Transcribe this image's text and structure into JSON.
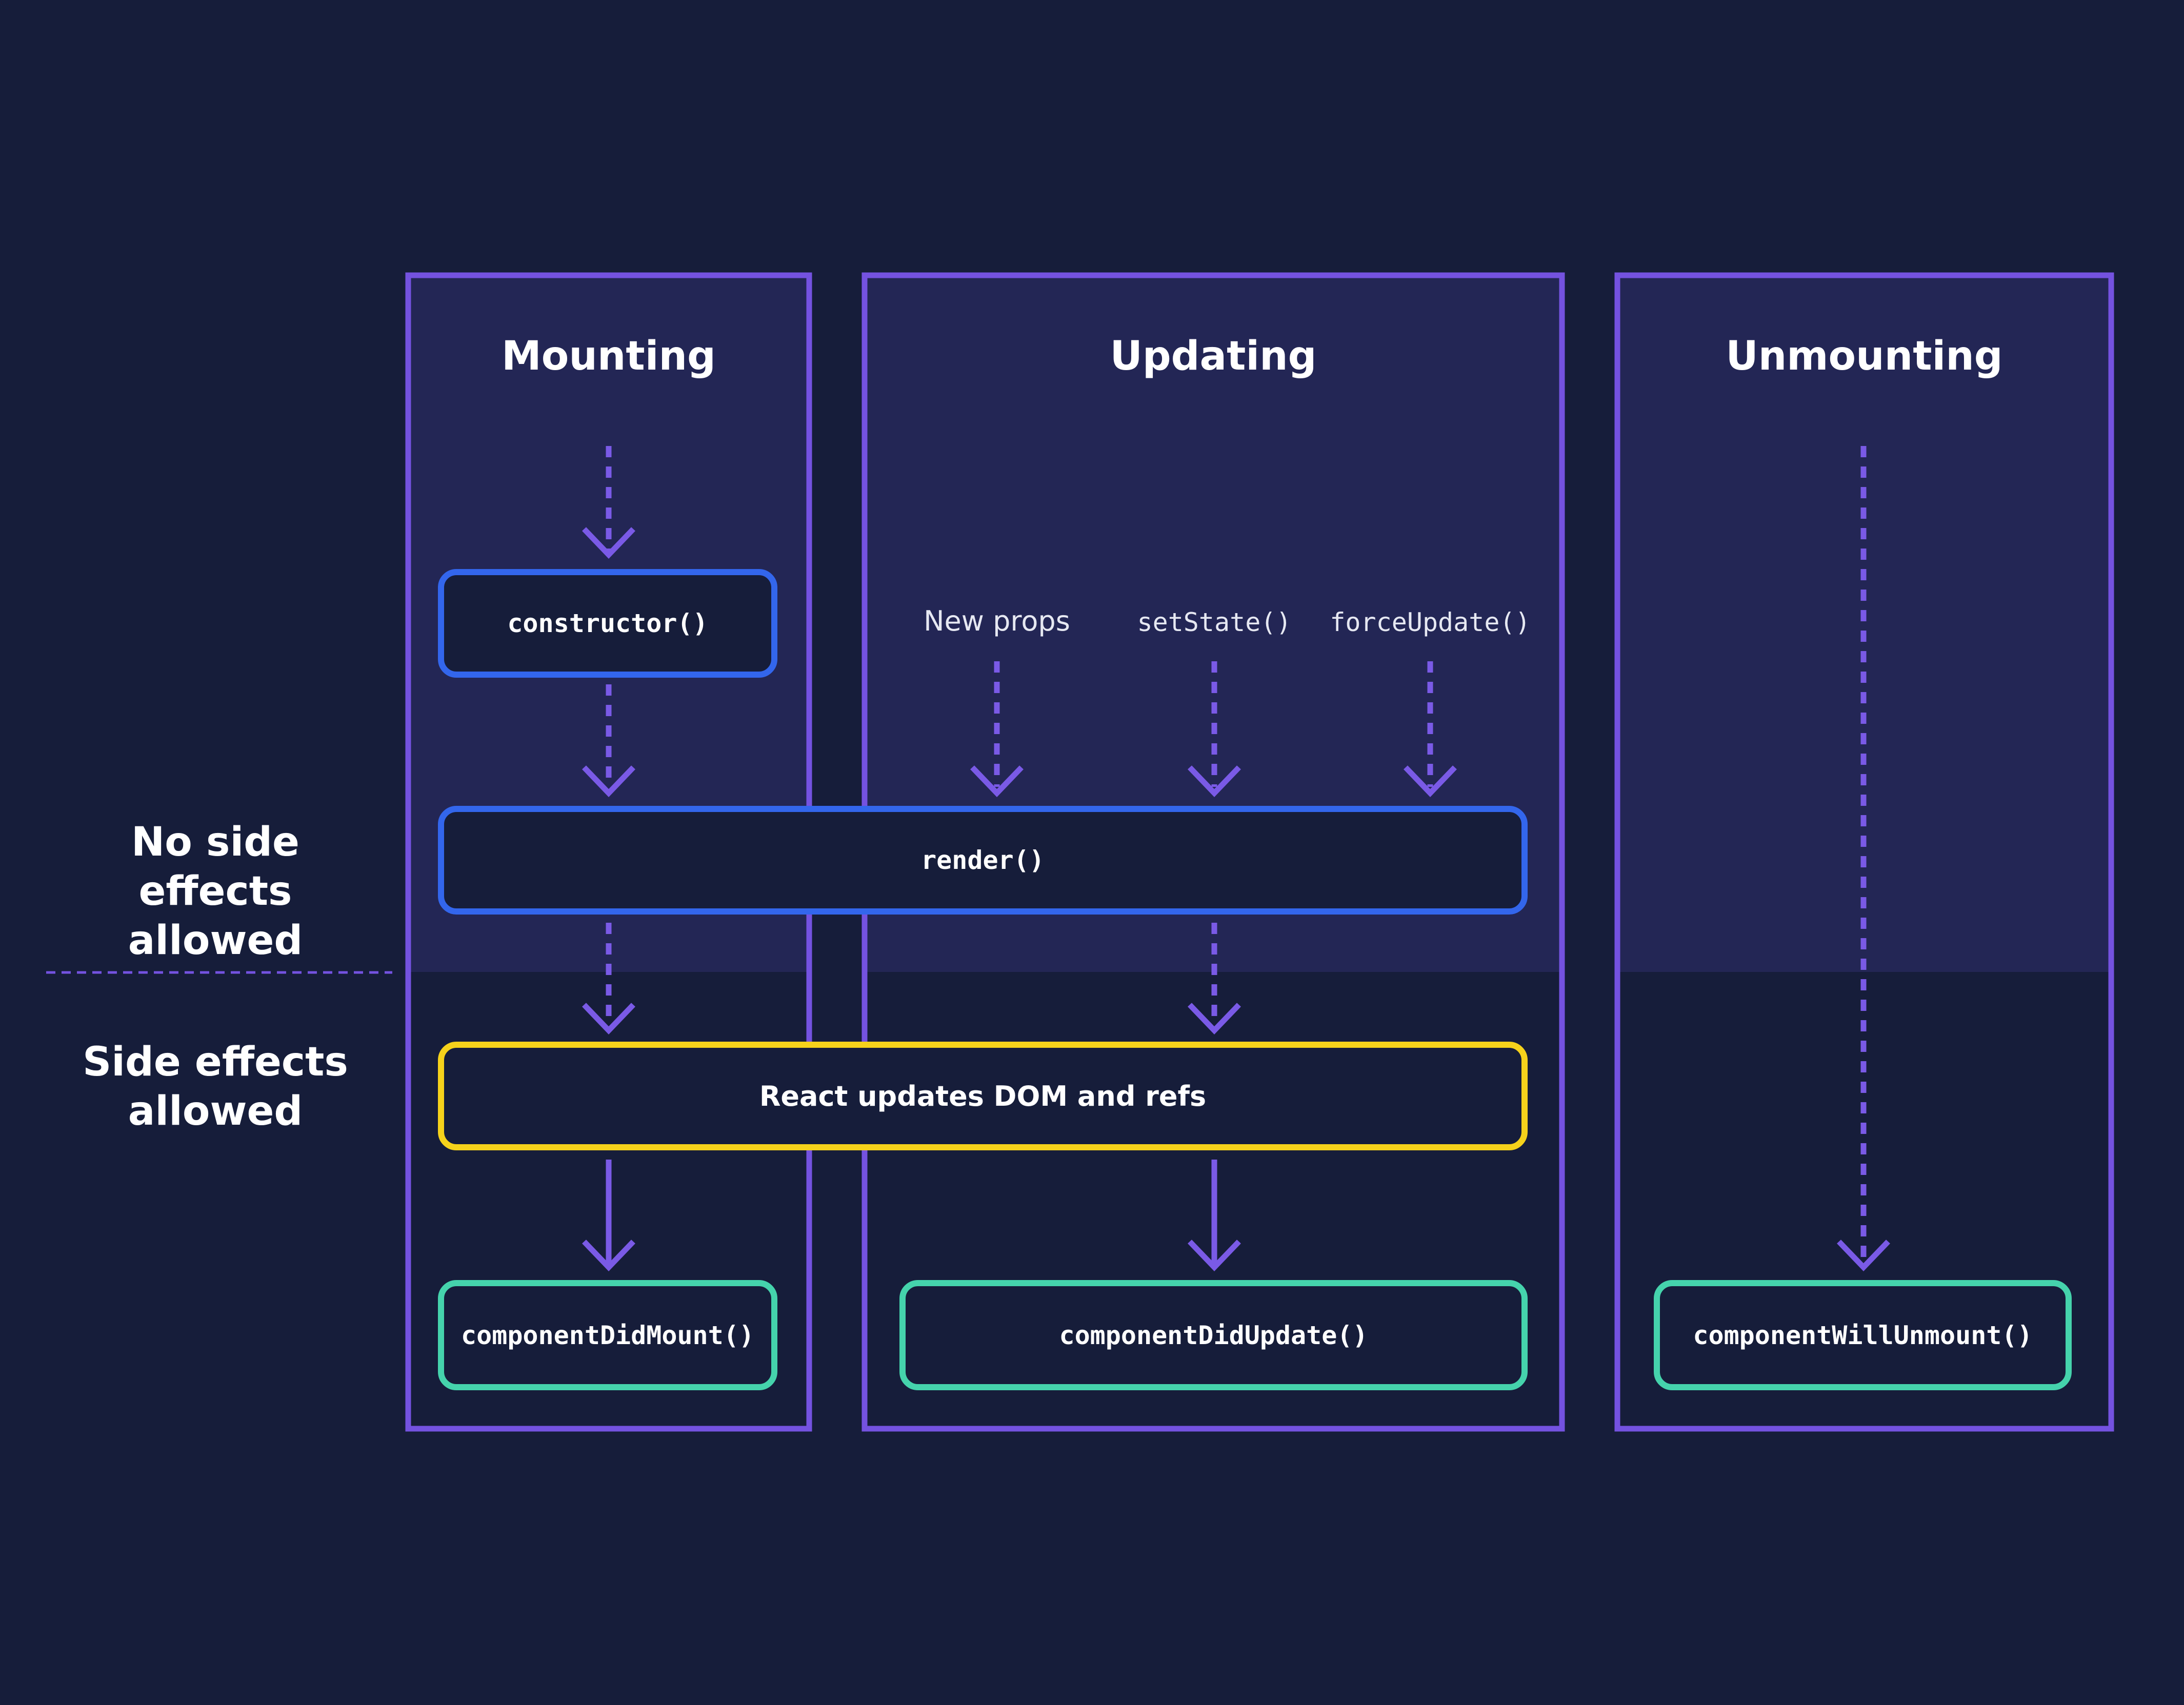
{
  "phases": {
    "mounting": "Mounting",
    "updating": "Updating",
    "unmounting": "Unmounting"
  },
  "zones": {
    "no_side_effects": "No side effects allowed",
    "side_effects": "Side effects allowed"
  },
  "triggers": {
    "new_props": "New props",
    "set_state": "setState()",
    "force_update": "forceUpdate()"
  },
  "nodes": {
    "constructor": "constructor()",
    "render": "render()",
    "dom_update": "React updates DOM and refs",
    "did_mount": "componentDidMount()",
    "did_update": "componentDidUpdate()",
    "will_unmount": "componentWillUnmount()"
  },
  "colors": {
    "background": "#161d3a",
    "upper_zone": "#232655",
    "phase_border": "#7452e0",
    "arrow": "#7a5ae6",
    "render_phase_border": "#3366ec",
    "commit_border": "#f6d21b",
    "lifecycle_border": "#45d3ac"
  }
}
